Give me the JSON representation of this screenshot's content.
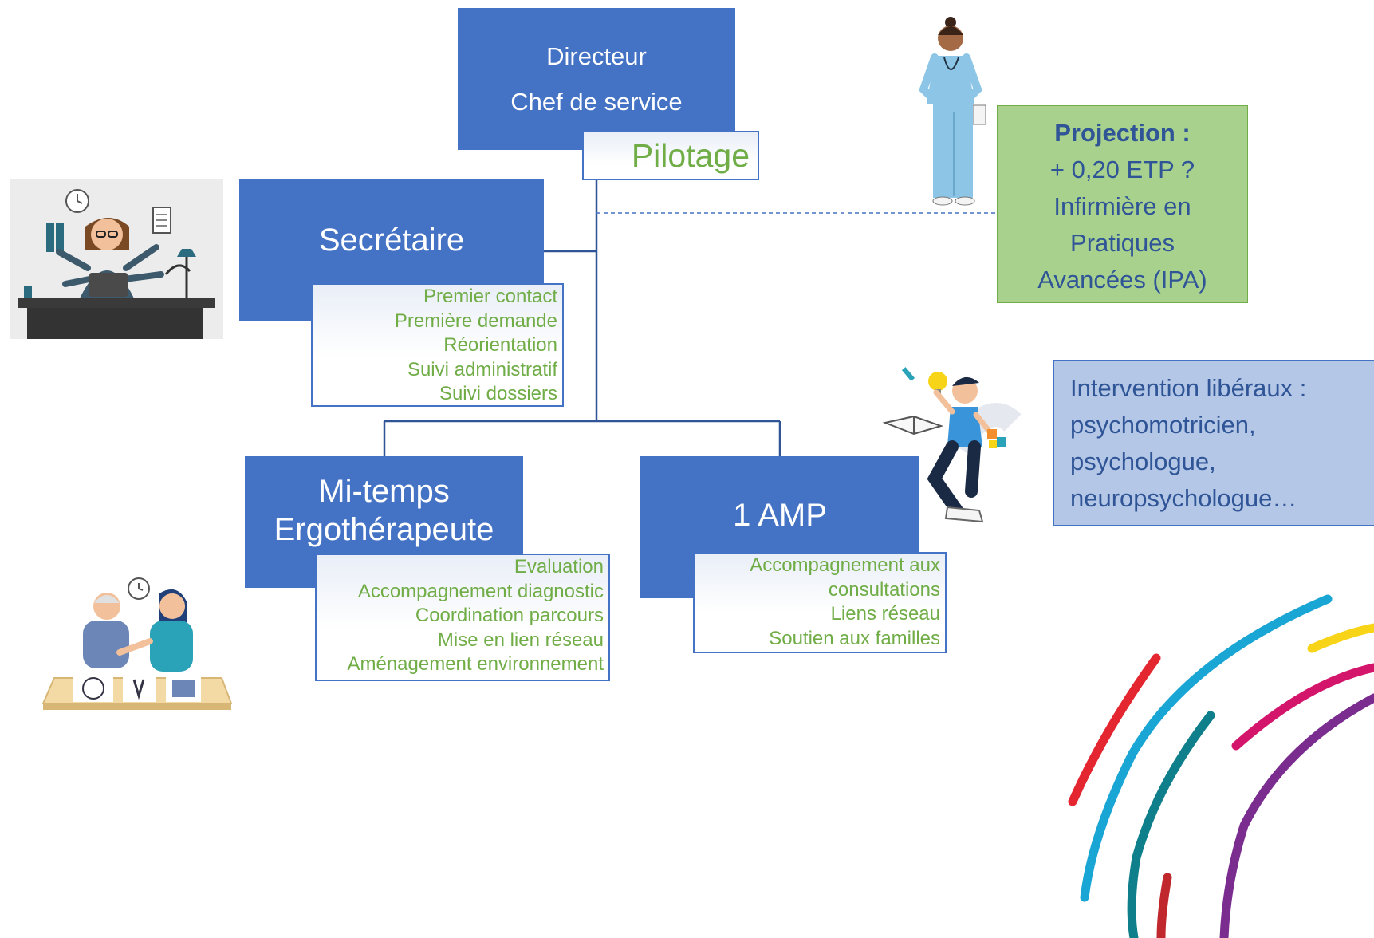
{
  "director": {
    "lines": [
      "Directeur",
      "Chef de service"
    ],
    "tag": "Pilotage"
  },
  "secretary": {
    "title": "Secrétaire",
    "tasks": [
      "Premier contact",
      "Première demande",
      "Réorientation",
      "Suivi administratif",
      "Suivi dossiers"
    ]
  },
  "ergo": {
    "title_line1": "Mi-temps",
    "title_line2": "Ergothérapeute",
    "tasks": [
      "Evaluation",
      "Accompagnement diagnostic",
      "Coordination parcours",
      "Mise en lien réseau",
      "Aménagement environnement"
    ]
  },
  "amp": {
    "title": "1 AMP",
    "tasks": [
      "Accompagnement aux",
      "consultations",
      "Liens réseau",
      "Soutien aux familles"
    ]
  },
  "projection": {
    "heading": "Projection :",
    "lines": [
      "+ 0,20 ETP ?",
      "Infirmière en",
      "Pratiques",
      "Avancées (IPA)"
    ]
  },
  "liberaux": {
    "lines": [
      "Intervention libéraux :",
      "psychomotricien,",
      "psychologue,",
      "neuropsychologue…"
    ]
  },
  "colors": {
    "box_blue": "#4472c4",
    "task_green": "#70ad47",
    "projection_fill": "#a9d18e",
    "liberaux_fill": "#b4c7e7",
    "arc_red": "#e3262f",
    "arc_cyan": "#1aa6d4",
    "arc_teal": "#0f7f8c",
    "arc_yellow": "#f7d417",
    "arc_magenta": "#d3156b",
    "arc_purple": "#7a2c8f"
  },
  "icons": {
    "secretary": "multitasking-secretary-illustration",
    "ergo": "therapist-and-patient-illustration",
    "amp": "floating-person-ideas-illustration",
    "nurse": "nurse-illustration",
    "decor": "colored-arcs-decoration"
  }
}
